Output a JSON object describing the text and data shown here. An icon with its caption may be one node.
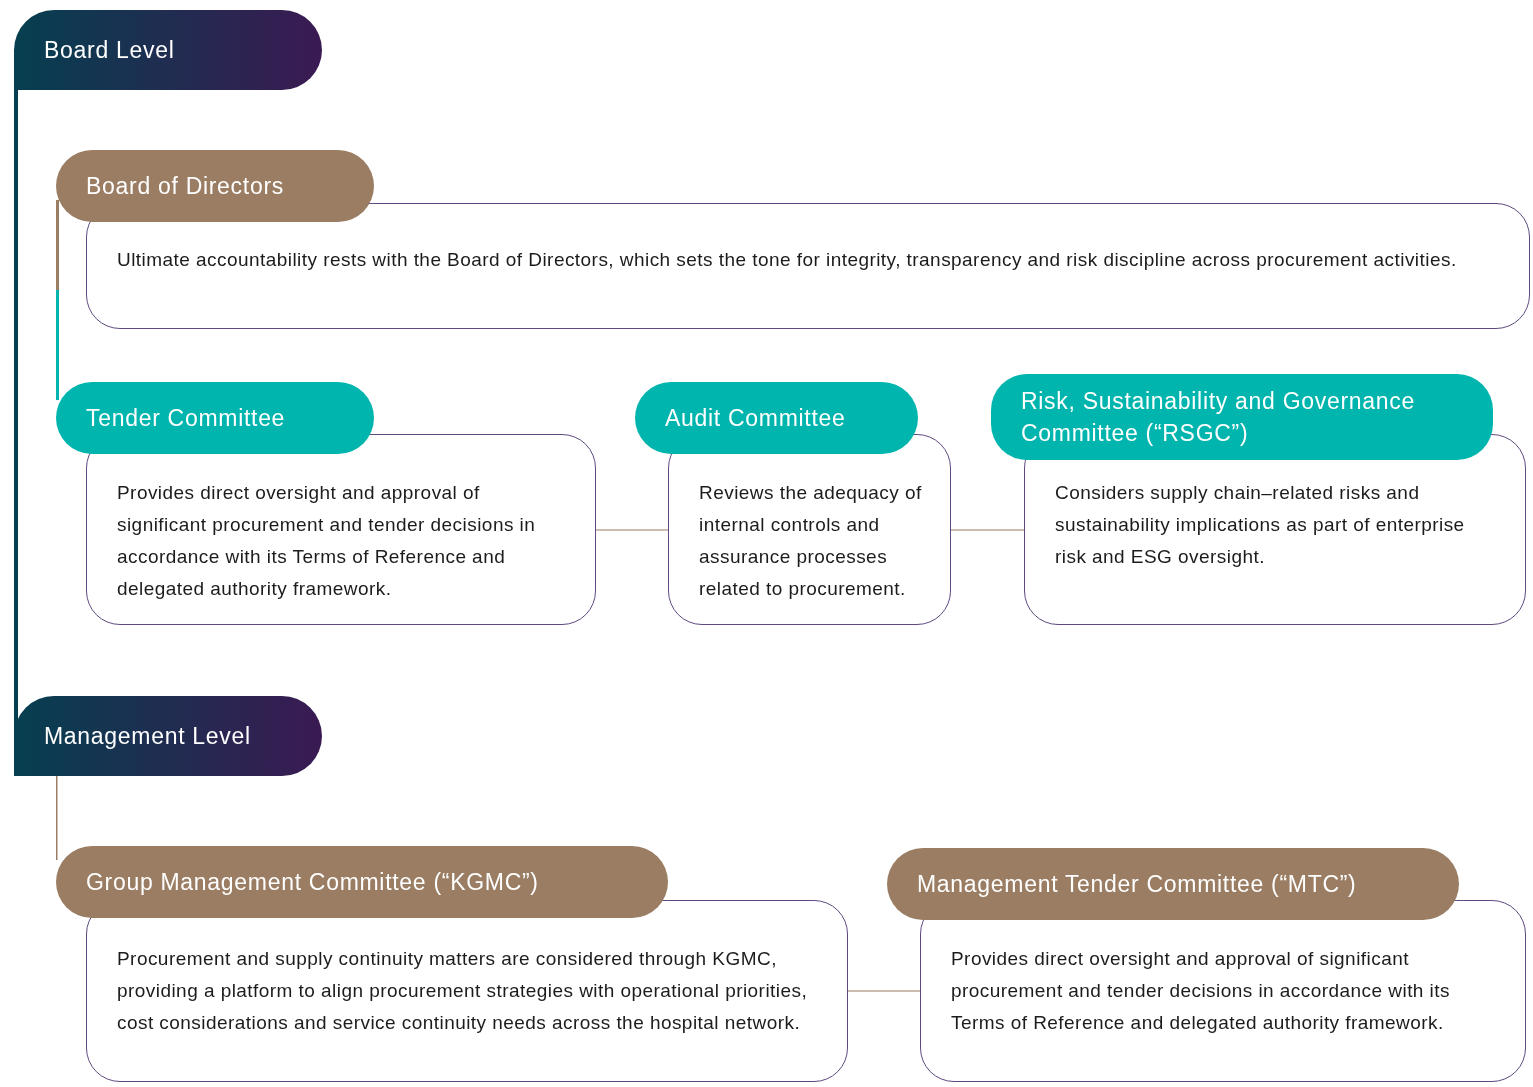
{
  "diagram": {
    "nodes": [
      {
        "text": [
          "Board Level"
        ]
      },
      {
        "text": [
          "Board of Directors",
          "Ultimate accountability rests with the Board of Directors, which sets the tone for integrity, transparency and risk discipline across procurement activities."
        ]
      },
      {
        "text": [
          "Tender Committee",
          "Provides direct oversight and approval of significant procurement and tender decisions in accordance with its Terms of Reference and delegated authority framework."
        ]
      },
      {
        "text": [
          "Audit Committee",
          "Reviews the adequacy of internal controls and assurance processes related to procurement."
        ]
      },
      {
        "text": [
          "Risk, Sustainability and Governance Committee (“RSGC”)",
          "Considers supply chain–related risks and sustainability implications as part of enterprise risk and ESG oversight."
        ]
      },
      {
        "text": [
          "Management Level"
        ]
      },
      {
        "text": [
          "Group Management Committee (“KGMC”)",
          "Procurement and supply continuity matters are considered through KGMC, providing a platform to align procurement strategies with operational priorities, cost considerations and service continuity needs across the hospital network."
        ]
      },
      {
        "text": [
          "Management Tender Committee (“MTC”)",
          "Provides direct oversight and approval of significant procurement and tender decisions in accordance with its Terms of Reference and delegated authority framework."
        ]
      }
    ],
    "edges": [
      {
        "from": 2,
        "to": 3,
        "arrow": "none"
      },
      {
        "from": 3,
        "to": 4,
        "arrow": "none"
      },
      {
        "from": 6,
        "to": 7,
        "arrow": "none"
      }
    ]
  }
}
